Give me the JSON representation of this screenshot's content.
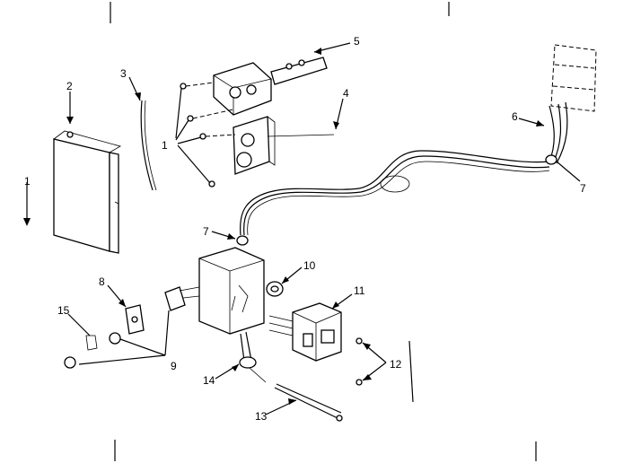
{
  "labels": {
    "l1": "1",
    "l1b": "1",
    "l2": "2",
    "l3": "3",
    "l4": "4",
    "l5": "5",
    "l6": "6",
    "l7a": "7",
    "l7b": "7",
    "l8": "8",
    "l9": "9",
    "l10": "10",
    "l11": "11",
    "l12": "12",
    "l13": "13",
    "l14": "14",
    "l15": "15"
  }
}
